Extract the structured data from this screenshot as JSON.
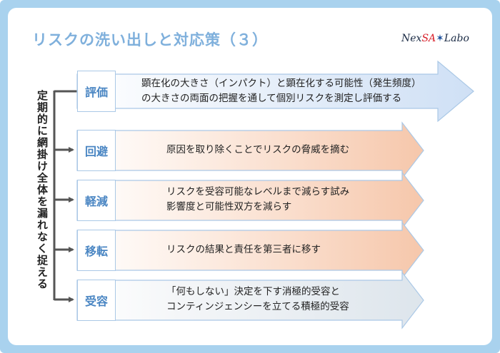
{
  "title": "リスクの洗い出しと対応策（３）",
  "logo": {
    "part1": "Nex",
    "part2": "SA",
    "star": "✶",
    "part3": "Labo"
  },
  "side_label": "定期的に網掛け全体を漏れなく捉える",
  "rows": [
    {
      "label": "評価",
      "lines": [
        "顕在化の大きさ（インパクト）と顕在化する可能性（発生頻度）",
        "の大きさの両面の把握を通して個別リスクを測定し評価する"
      ]
    },
    {
      "label": "回避",
      "lines": [
        "原因を取り除くことでリスクの脅威を摘む"
      ]
    },
    {
      "label": "軽減",
      "lines": [
        "リスクを受容可能なレベルまで減らす試み",
        "影響度と可能性双方を減らす"
      ]
    },
    {
      "label": "移転",
      "lines": [
        "リスクの結果と責任を第三者に移す"
      ]
    },
    {
      "label": "受容",
      "lines": [
        "「何もしない」決定を下す消極的受容と",
        "コンティンジェンシーを立てる積極的受容"
      ]
    }
  ],
  "colors": {
    "frame": "#a9d2ee",
    "title": "#7fb0dc",
    "label": "#4a86c3",
    "eval_arrow": "#d7e6f7",
    "orange_arrow": "#f8d3bd",
    "gray_arrow": "#e4ebf0"
  }
}
